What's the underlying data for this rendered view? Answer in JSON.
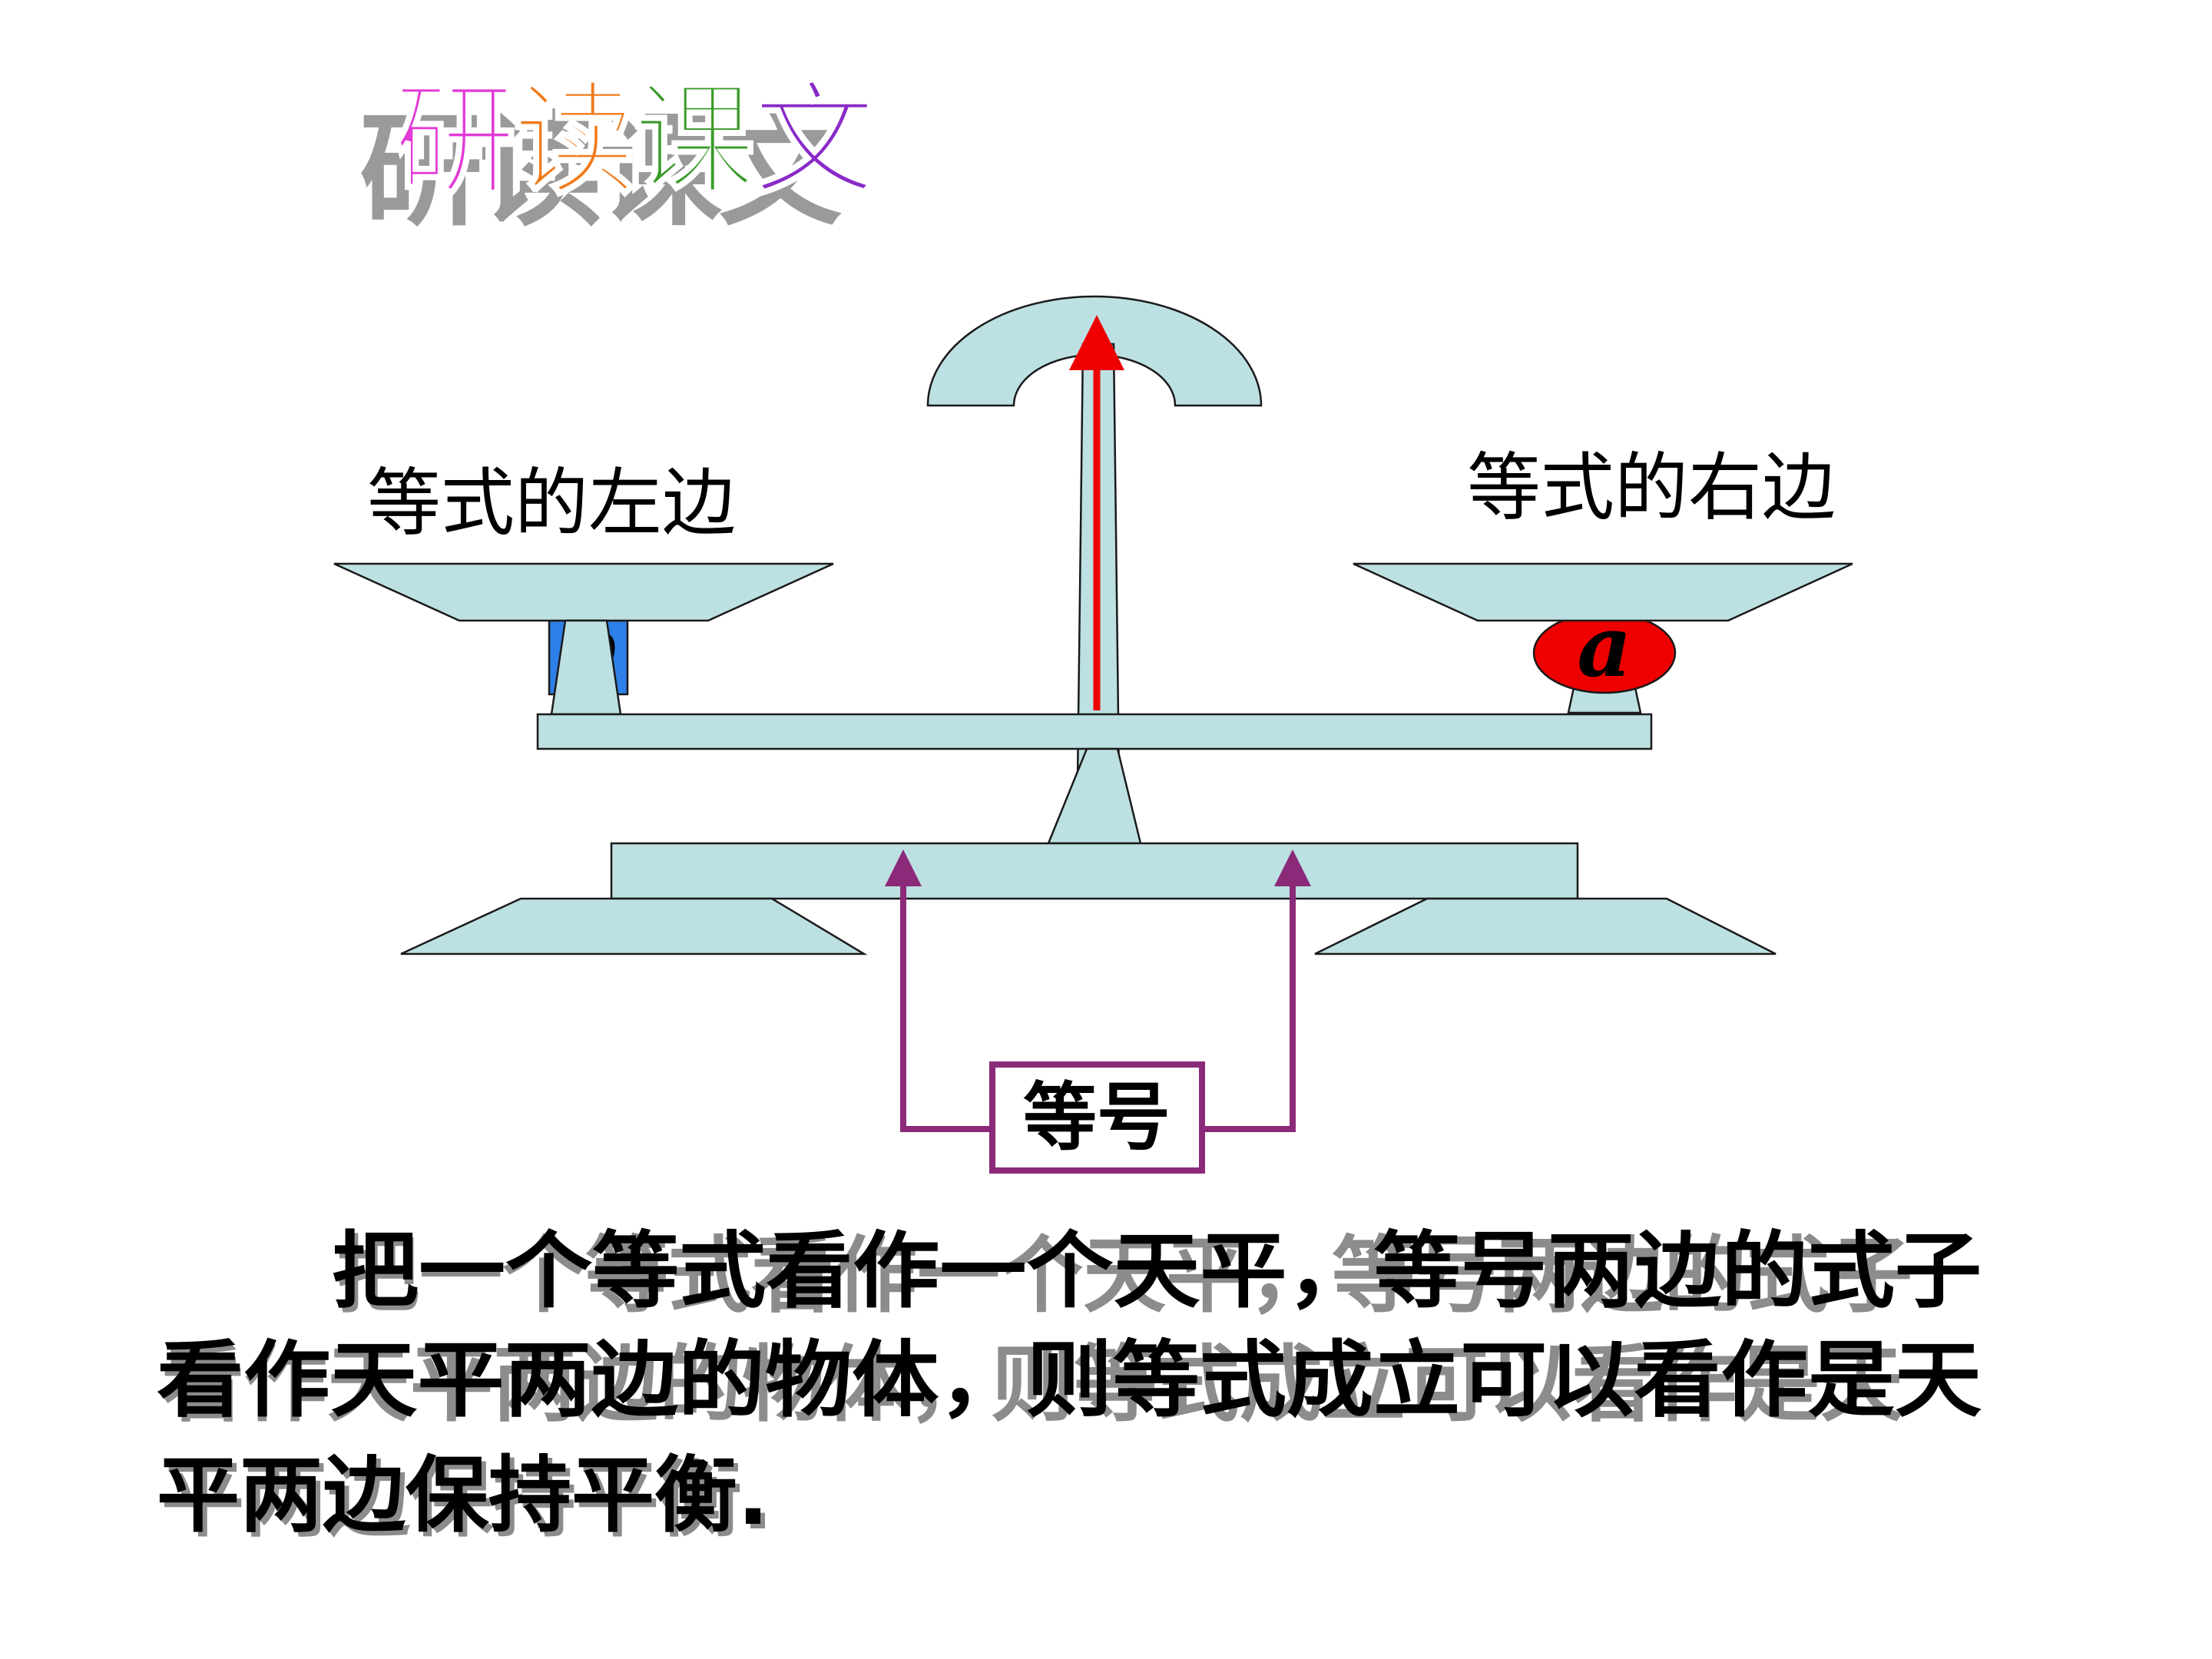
{
  "title": {
    "text": "研读课文",
    "chars": [
      {
        "ch": "研",
        "color": "#e23ad6"
      },
      {
        "ch": "读",
        "color": "#f07a1a"
      },
      {
        "ch": "课",
        "color": "#3a9a2a"
      },
      {
        "ch": "文",
        "color": "#8a2ac8"
      }
    ]
  },
  "diagram": {
    "left_label": "等式的左边",
    "right_label": "等式的右边",
    "left_object_label": "b",
    "right_object_label": "a",
    "equal_sign_label": "等号",
    "colors": {
      "scale_fill": "#bde0e2",
      "outline": "#1a1a1a",
      "left_object": "#2f7fe8",
      "right_object": "#ee0000",
      "pointer": "#ee0000",
      "connector": "#8b2a78"
    }
  },
  "body": {
    "lines": [
      "把一个等式看作一个天平，等号两边的式子",
      "看作天平两边的物体，则等式成立可以看作是天",
      "平两边保持平衡."
    ]
  }
}
